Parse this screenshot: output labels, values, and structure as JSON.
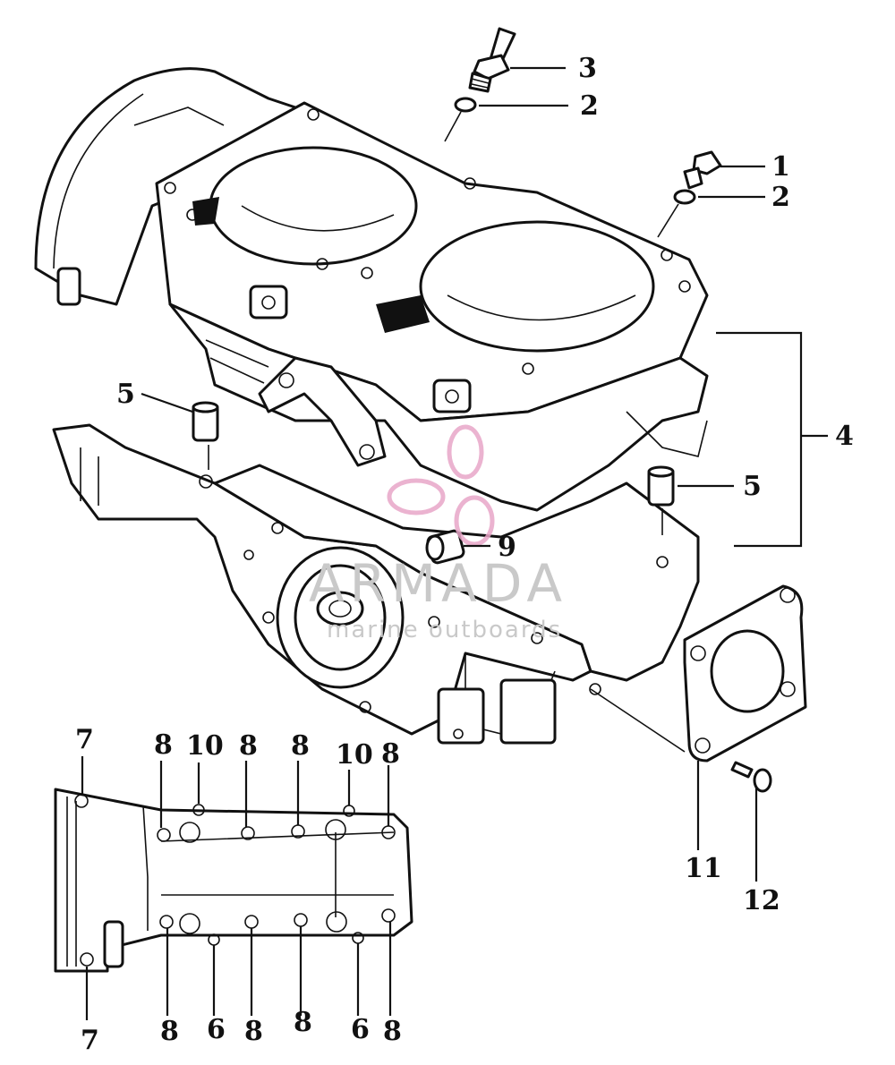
{
  "watermark": {
    "brand": "ARMADA",
    "tagline": "marine outboards",
    "colors": {
      "logo": "#e8a6c8",
      "text": "#c9c9c9"
    }
  },
  "callouts": {
    "c1": "1",
    "c2a": "2",
    "c2b": "2",
    "c3": "3",
    "c4": "4",
    "c5a": "5",
    "c5b": "5",
    "c9": "9",
    "c11": "11",
    "c12": "12",
    "g7a": "7",
    "g7b": "7",
    "g8a": "8",
    "g8b": "8",
    "g8c": "8",
    "g8d": "8",
    "g8e": "8",
    "g8f": "8",
    "g8g": "8",
    "g8h": "8",
    "g10a": "10",
    "g10b": "10",
    "g6a": "6",
    "g6b": "6"
  }
}
